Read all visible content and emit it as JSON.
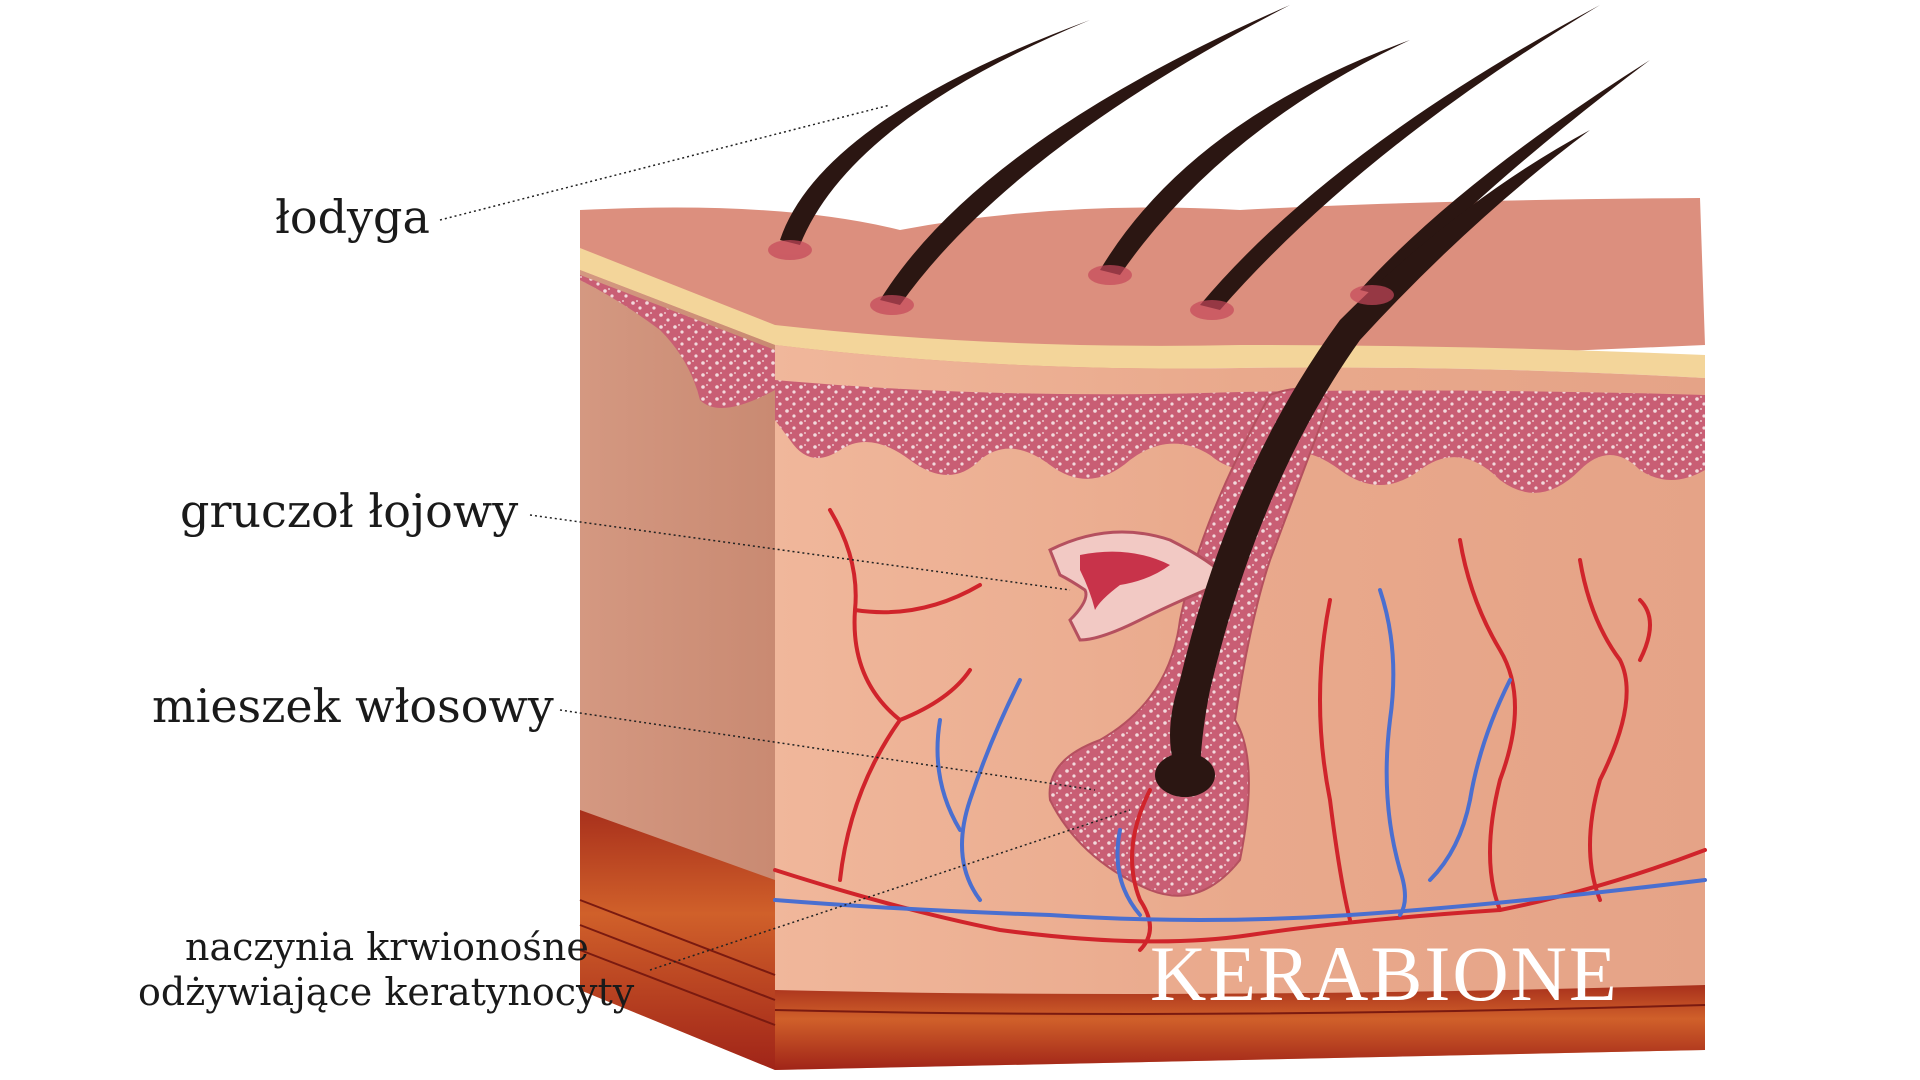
{
  "labels": {
    "hair_shaft": "łodyga",
    "sebaceous_gland": "gruczoł łojowy",
    "hair_follicle": "mieszek włosowy",
    "blood_vessels_line1": "naczynia krwionośne",
    "blood_vessels_line2": "odżywiające keratynocyty"
  },
  "brand": {
    "name": "KERABIONE"
  },
  "colors": {
    "skin_front": "#e9ae93",
    "skin_top": "#d9887a",
    "skin_side": "#c98e7b",
    "dermis_band": "#cc6a78",
    "fat_stripe": "#f3d59a",
    "bottom_layer": "#c0431e",
    "artery": "#d0242b",
    "vein": "#4a6fd0",
    "hair": "#2b1612",
    "text": "#1a1a1a",
    "brand_text": "#ffffff"
  }
}
